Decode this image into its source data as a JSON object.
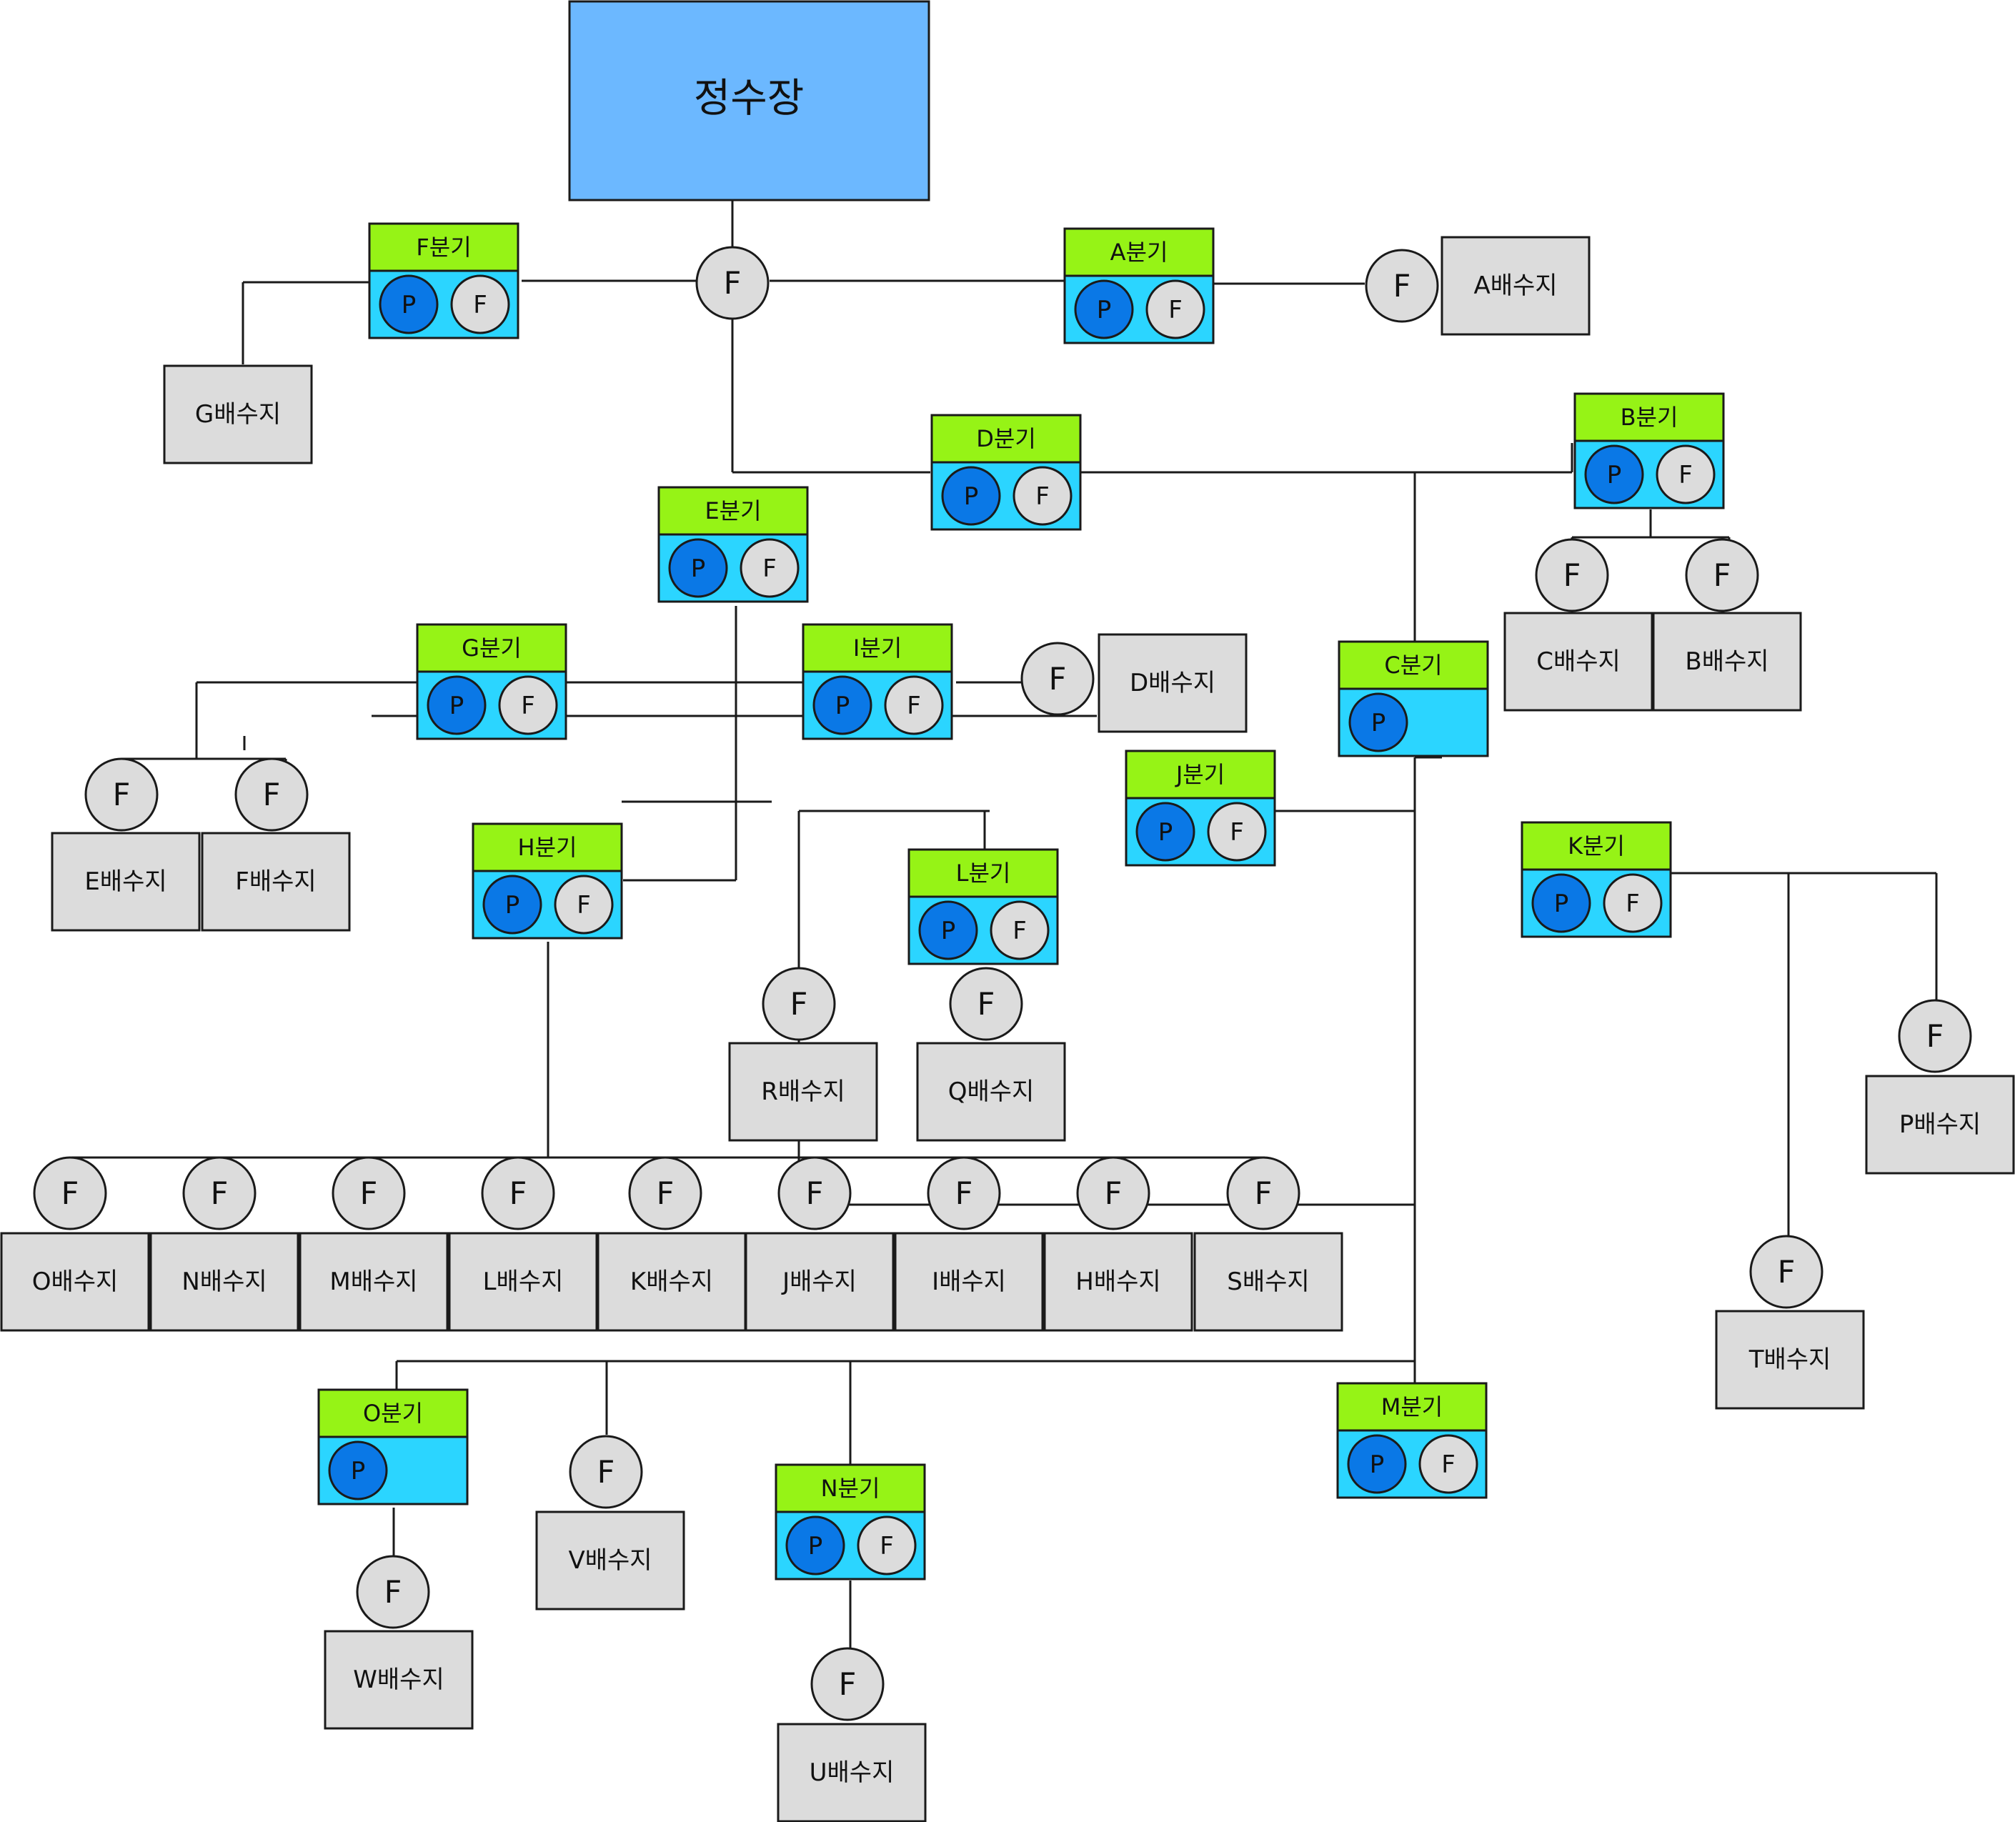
{
  "colors": {
    "source_fill": "#6cb8ff",
    "branch_header": "#96f316",
    "branch_body": "#2bd5ff",
    "p_fill": "#0a78e6",
    "f_fill": "#dcdcdc",
    "tank_fill": "#dcdcdc",
    "line": "#1a1a1a"
  },
  "source": {
    "label": "정수장"
  },
  "p_label": "P",
  "f_label": "F",
  "branches": {
    "A": {
      "label": "A분기",
      "valves": [
        "P",
        "F"
      ]
    },
    "B": {
      "label": "B분기",
      "valves": [
        "P",
        "F"
      ]
    },
    "C": {
      "label": "C분기",
      "valves": [
        "P"
      ]
    },
    "D": {
      "label": "D분기",
      "valves": [
        "P",
        "F"
      ]
    },
    "E": {
      "label": "E분기",
      "valves": [
        "P",
        "F"
      ]
    },
    "F": {
      "label": "F분기",
      "valves": [
        "P",
        "F"
      ]
    },
    "G": {
      "label": "G분기",
      "valves": [
        "P",
        "F"
      ]
    },
    "H": {
      "label": "H분기",
      "valves": [
        "P",
        "F"
      ]
    },
    "I": {
      "label": "I분기",
      "valves": [
        "P",
        "F"
      ]
    },
    "J": {
      "label": "J분기",
      "valves": [
        "P",
        "F"
      ]
    },
    "K": {
      "label": "K분기",
      "valves": [
        "P",
        "F"
      ]
    },
    "L": {
      "label": "L분기",
      "valves": [
        "P",
        "F"
      ]
    },
    "M": {
      "label": "M분기",
      "valves": [
        "P",
        "F"
      ]
    },
    "N": {
      "label": "N분기",
      "valves": [
        "P",
        "F"
      ]
    },
    "O": {
      "label": "O분기",
      "valves": [
        "P"
      ]
    }
  },
  "tanks": {
    "A": "A배수지",
    "B": "B배수지",
    "C": "C배수지",
    "D": "D배수지",
    "E": "E배수지",
    "F": "F배수지",
    "G": "G배수지",
    "H": "H배수지",
    "I": "I배수지",
    "J": "J배수지",
    "K": "K배수지",
    "L": "L배수지",
    "M": "M배수지",
    "N": "N배수지",
    "O": "O배수지",
    "P": "P배수지",
    "Q": "Q배수지",
    "R": "R배수지",
    "S": "S배수지",
    "T": "T배수지",
    "U": "U배수지",
    "V": "V배수지",
    "W": "W배수지"
  }
}
